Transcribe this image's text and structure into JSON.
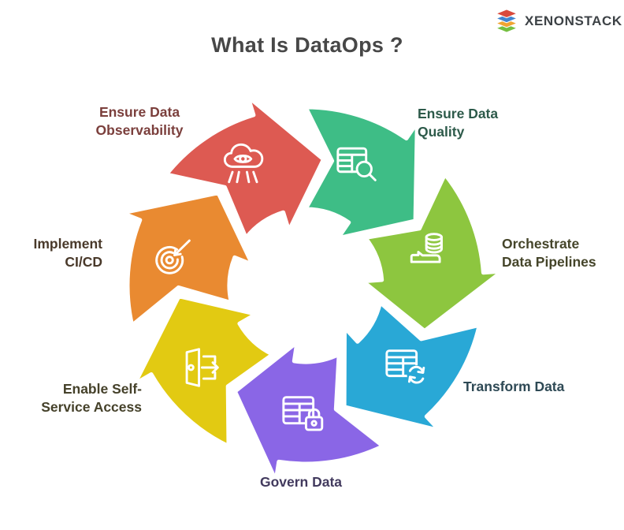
{
  "title": "What Is DataOps ?",
  "logo": {
    "text": "XENONSTACK",
    "layers": [
      "#d94a3c",
      "#4285d0",
      "#f0a432",
      "#74bf40"
    ]
  },
  "diagram": {
    "type": "cycle",
    "direction": "clockwise",
    "segments": [
      {
        "id": "observability",
        "label": "Ensure Data\nObservability",
        "color": "#dd5a52",
        "label_color": "#7b3f3c",
        "icon": "cloud-eye-observability-icon",
        "tail_angle": 308.57,
        "head_angle": 360
      },
      {
        "id": "quality",
        "label": "Ensure Data\nQuality",
        "color": "#3ebd86",
        "label_color": "#2d5a4a",
        "icon": "table-magnifier-icon",
        "tail_angle": 0,
        "head_angle": 51.43
      },
      {
        "id": "orchestrate",
        "label": "Orchestrate\nData Pipelines",
        "color": "#8dc63f",
        "label_color": "#45452a",
        "icon": "database-pipeline-icon",
        "tail_angle": 51.43,
        "head_angle": 102.86
      },
      {
        "id": "transform",
        "label": "Transform Data",
        "color": "#29a8d6",
        "label_color": "#2e4955",
        "icon": "table-refresh-icon",
        "tail_angle": 102.86,
        "head_angle": 154.29
      },
      {
        "id": "govern",
        "label": "Govern Data",
        "color": "#8a66e6",
        "label_color": "#423a5e",
        "icon": "table-lock-icon",
        "tail_angle": 154.29,
        "head_angle": 205.71
      },
      {
        "id": "access",
        "label": "Enable Self-\nService Access",
        "color": "#e2ca12",
        "label_color": "#45412a",
        "icon": "door-exit-arrow-icon",
        "tail_angle": 205.71,
        "head_angle": 257.14
      },
      {
        "id": "cicd",
        "label": "Implement\nCI/CD",
        "color": "#e98a31",
        "label_color": "#49392a",
        "icon": "target-arrow-icon",
        "tail_angle": 257.14,
        "head_angle": 308.57
      }
    ]
  }
}
